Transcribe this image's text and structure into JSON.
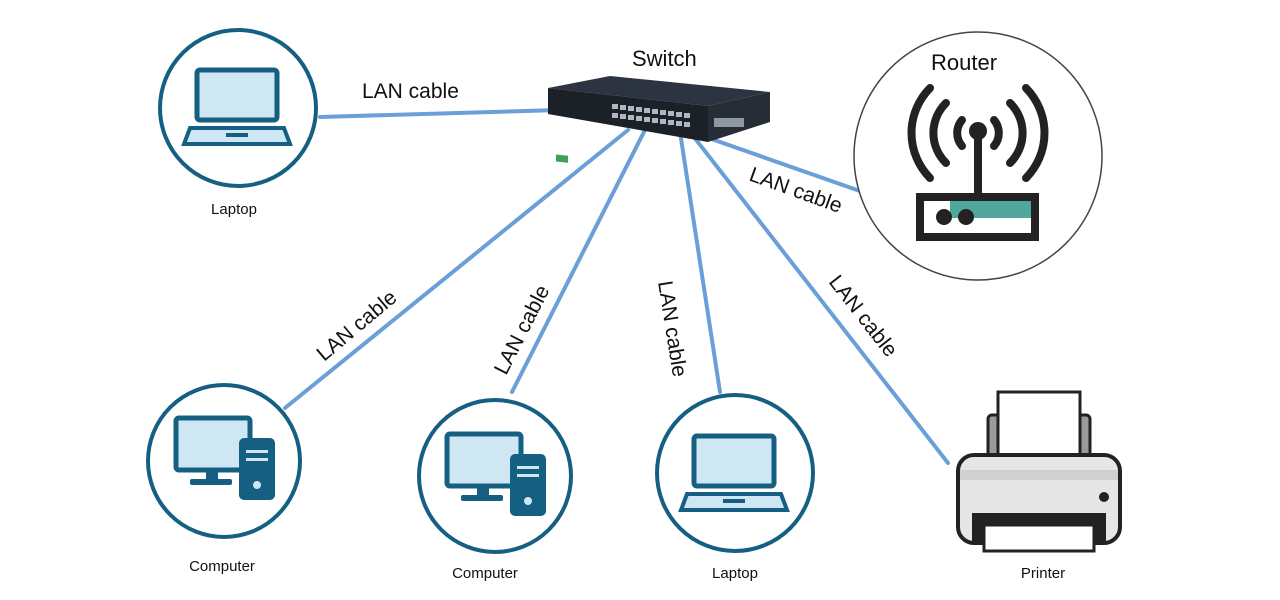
{
  "colors": {
    "cable": "#6b9fd8",
    "ring": "#156082",
    "icon_dark": "#156082",
    "icon_light": "#cfe6f3",
    "router_dark": "#222222",
    "router_accent": "#4fa89b",
    "router_ring": "#444444"
  },
  "switch": {
    "label": "Switch"
  },
  "router": {
    "label": "Router"
  },
  "devices": {
    "laptop_top": {
      "label": "Laptop"
    },
    "computer_left": {
      "label": "Computer"
    },
    "computer_mid": {
      "label": "Computer"
    },
    "laptop_bottom": {
      "label": "Laptop"
    },
    "printer": {
      "label": "Printer"
    }
  },
  "cables": {
    "to_laptop_top": "LAN cable",
    "to_router": "LAN cable",
    "to_computer_left": "LAN cable",
    "to_computer_mid": "LAN cable",
    "to_laptop_bottom": "LAN cable",
    "to_printer": "LAN cable"
  }
}
